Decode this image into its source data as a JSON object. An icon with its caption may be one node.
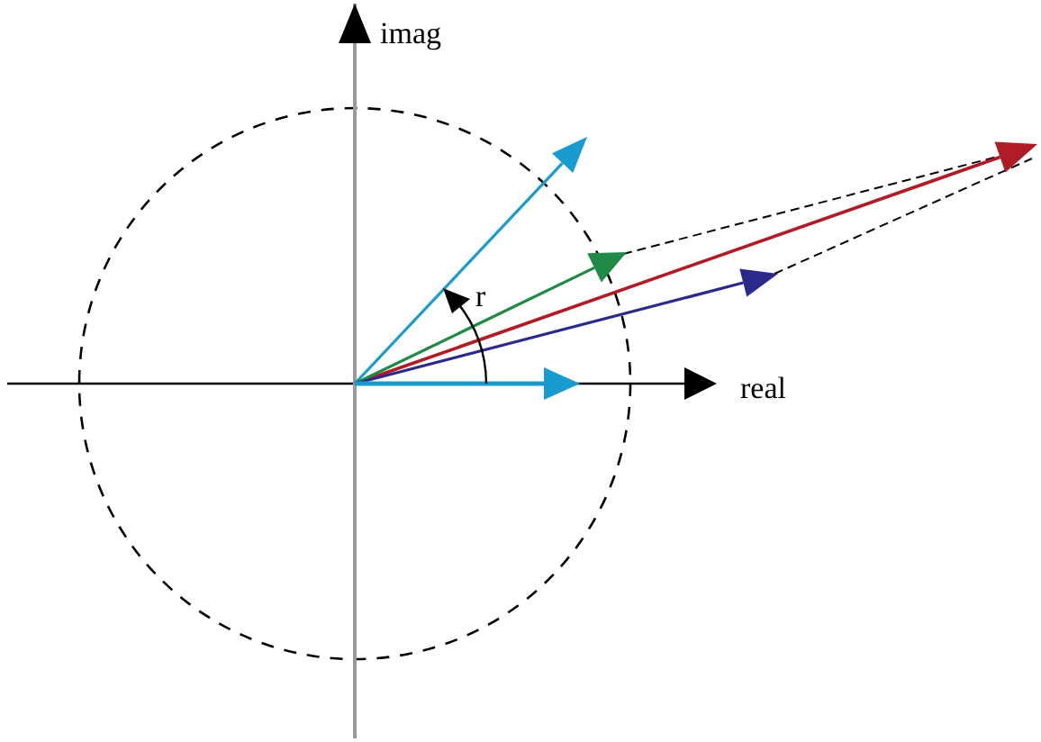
{
  "diagram": {
    "labels": [
      "imag",
      "real",
      "r"
    ]
  }
}
